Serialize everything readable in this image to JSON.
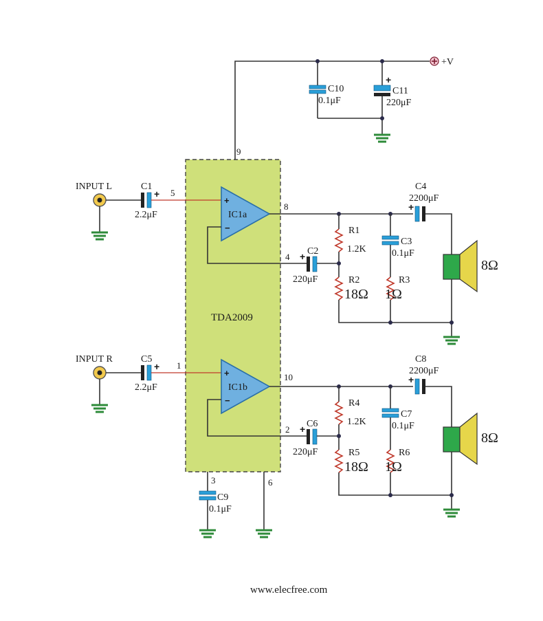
{
  "chip": {
    "name": "TDA2009"
  },
  "supply": {
    "label": "+V"
  },
  "inputs": {
    "left": "INPUT L",
    "right": "INPUT R"
  },
  "opamps": {
    "top": "IC1a",
    "bottom": "IC1b",
    "plus": "+",
    "minus": "−"
  },
  "pins": {
    "p9": "9",
    "p5": "5",
    "p8": "8",
    "p4": "4",
    "p1": "1",
    "p10": "10",
    "p2": "2",
    "p3": "3",
    "p6": "6"
  },
  "polarity": "+",
  "components": {
    "C1": {
      "name": "C1",
      "value": "2.2μF"
    },
    "C2": {
      "name": "C2",
      "value": "220μF"
    },
    "C3": {
      "name": "C3",
      "value": "0.1μF"
    },
    "C4": {
      "name": "C4",
      "value": "2200μF"
    },
    "C5": {
      "name": "C5",
      "value": "2.2μF"
    },
    "C6": {
      "name": "C6",
      "value": "220μF"
    },
    "C7": {
      "name": "C7",
      "value": "0.1μF"
    },
    "C8": {
      "name": "C8",
      "value": "2200μF"
    },
    "C9": {
      "name": "C9",
      "value": "0.1μF"
    },
    "C10": {
      "name": "C10",
      "value": "0.1μF"
    },
    "C11": {
      "name": "C11",
      "value": "220μF"
    },
    "R1": {
      "name": "R1",
      "value": "1.2K"
    },
    "R2": {
      "name": "R2",
      "value": "18Ω"
    },
    "R3": {
      "name": "R3",
      "value": "1Ω"
    },
    "R4": {
      "name": "R4",
      "value": "1.2K"
    },
    "R5": {
      "name": "R5",
      "value": "18Ω"
    },
    "R6": {
      "name": "R6",
      "value": "1Ω"
    }
  },
  "speakers": {
    "top": "8Ω",
    "bottom": "8Ω"
  },
  "footer": {
    "url": "www.elecfree.com"
  },
  "colors": {
    "chip": "#cfe07a",
    "opamp": "#6fb0e0",
    "capacitor": "#2a9fd8",
    "resistor": "#c0392b",
    "ground": "#2e8b3a",
    "speaker_box": "#2ea84a",
    "speaker_cone": "#e6d64a",
    "jack": "#f2c94c"
  }
}
